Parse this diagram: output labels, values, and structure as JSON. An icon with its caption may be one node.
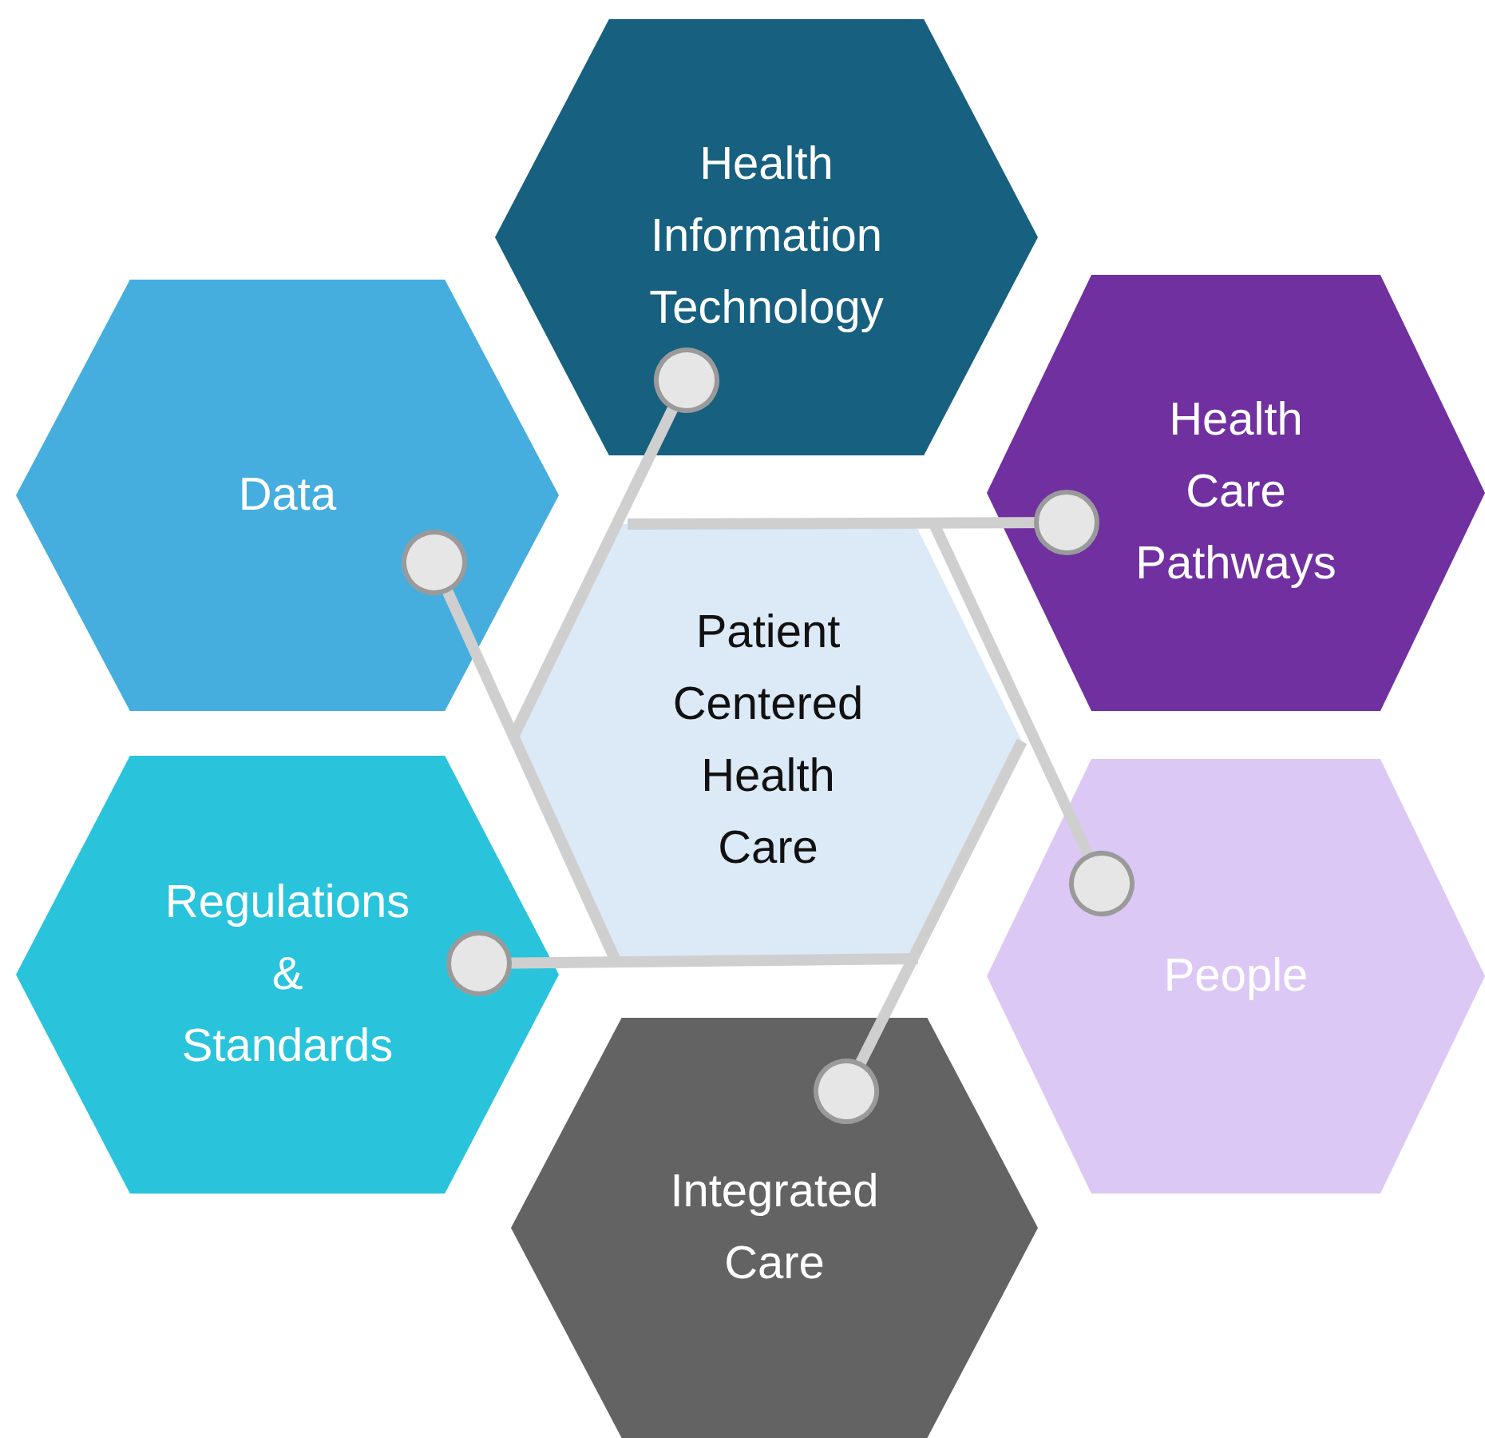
{
  "diagram": {
    "nodes": [
      {
        "text": [
          "Patient Centered Health Care"
        ]
      },
      {
        "text": [
          "Health Information Technology"
        ]
      },
      {
        "text": [
          "Data"
        ]
      },
      {
        "text": [
          "Health Care Pathways"
        ]
      },
      {
        "text": [
          "Regulations & Standards"
        ]
      },
      {
        "text": [
          "People"
        ]
      },
      {
        "text": [
          "Integrated Care"
        ]
      }
    ],
    "edges": [
      {
        "from": 0,
        "to": 1,
        "arrow": "other"
      },
      {
        "from": 0,
        "to": 3,
        "arrow": "other"
      },
      {
        "from": 0,
        "to": 5,
        "arrow": "other"
      },
      {
        "from": 0,
        "to": 6,
        "arrow": "other"
      },
      {
        "from": 0,
        "to": 4,
        "arrow": "other"
      },
      {
        "from": 0,
        "to": 2,
        "arrow": "other"
      }
    ]
  }
}
